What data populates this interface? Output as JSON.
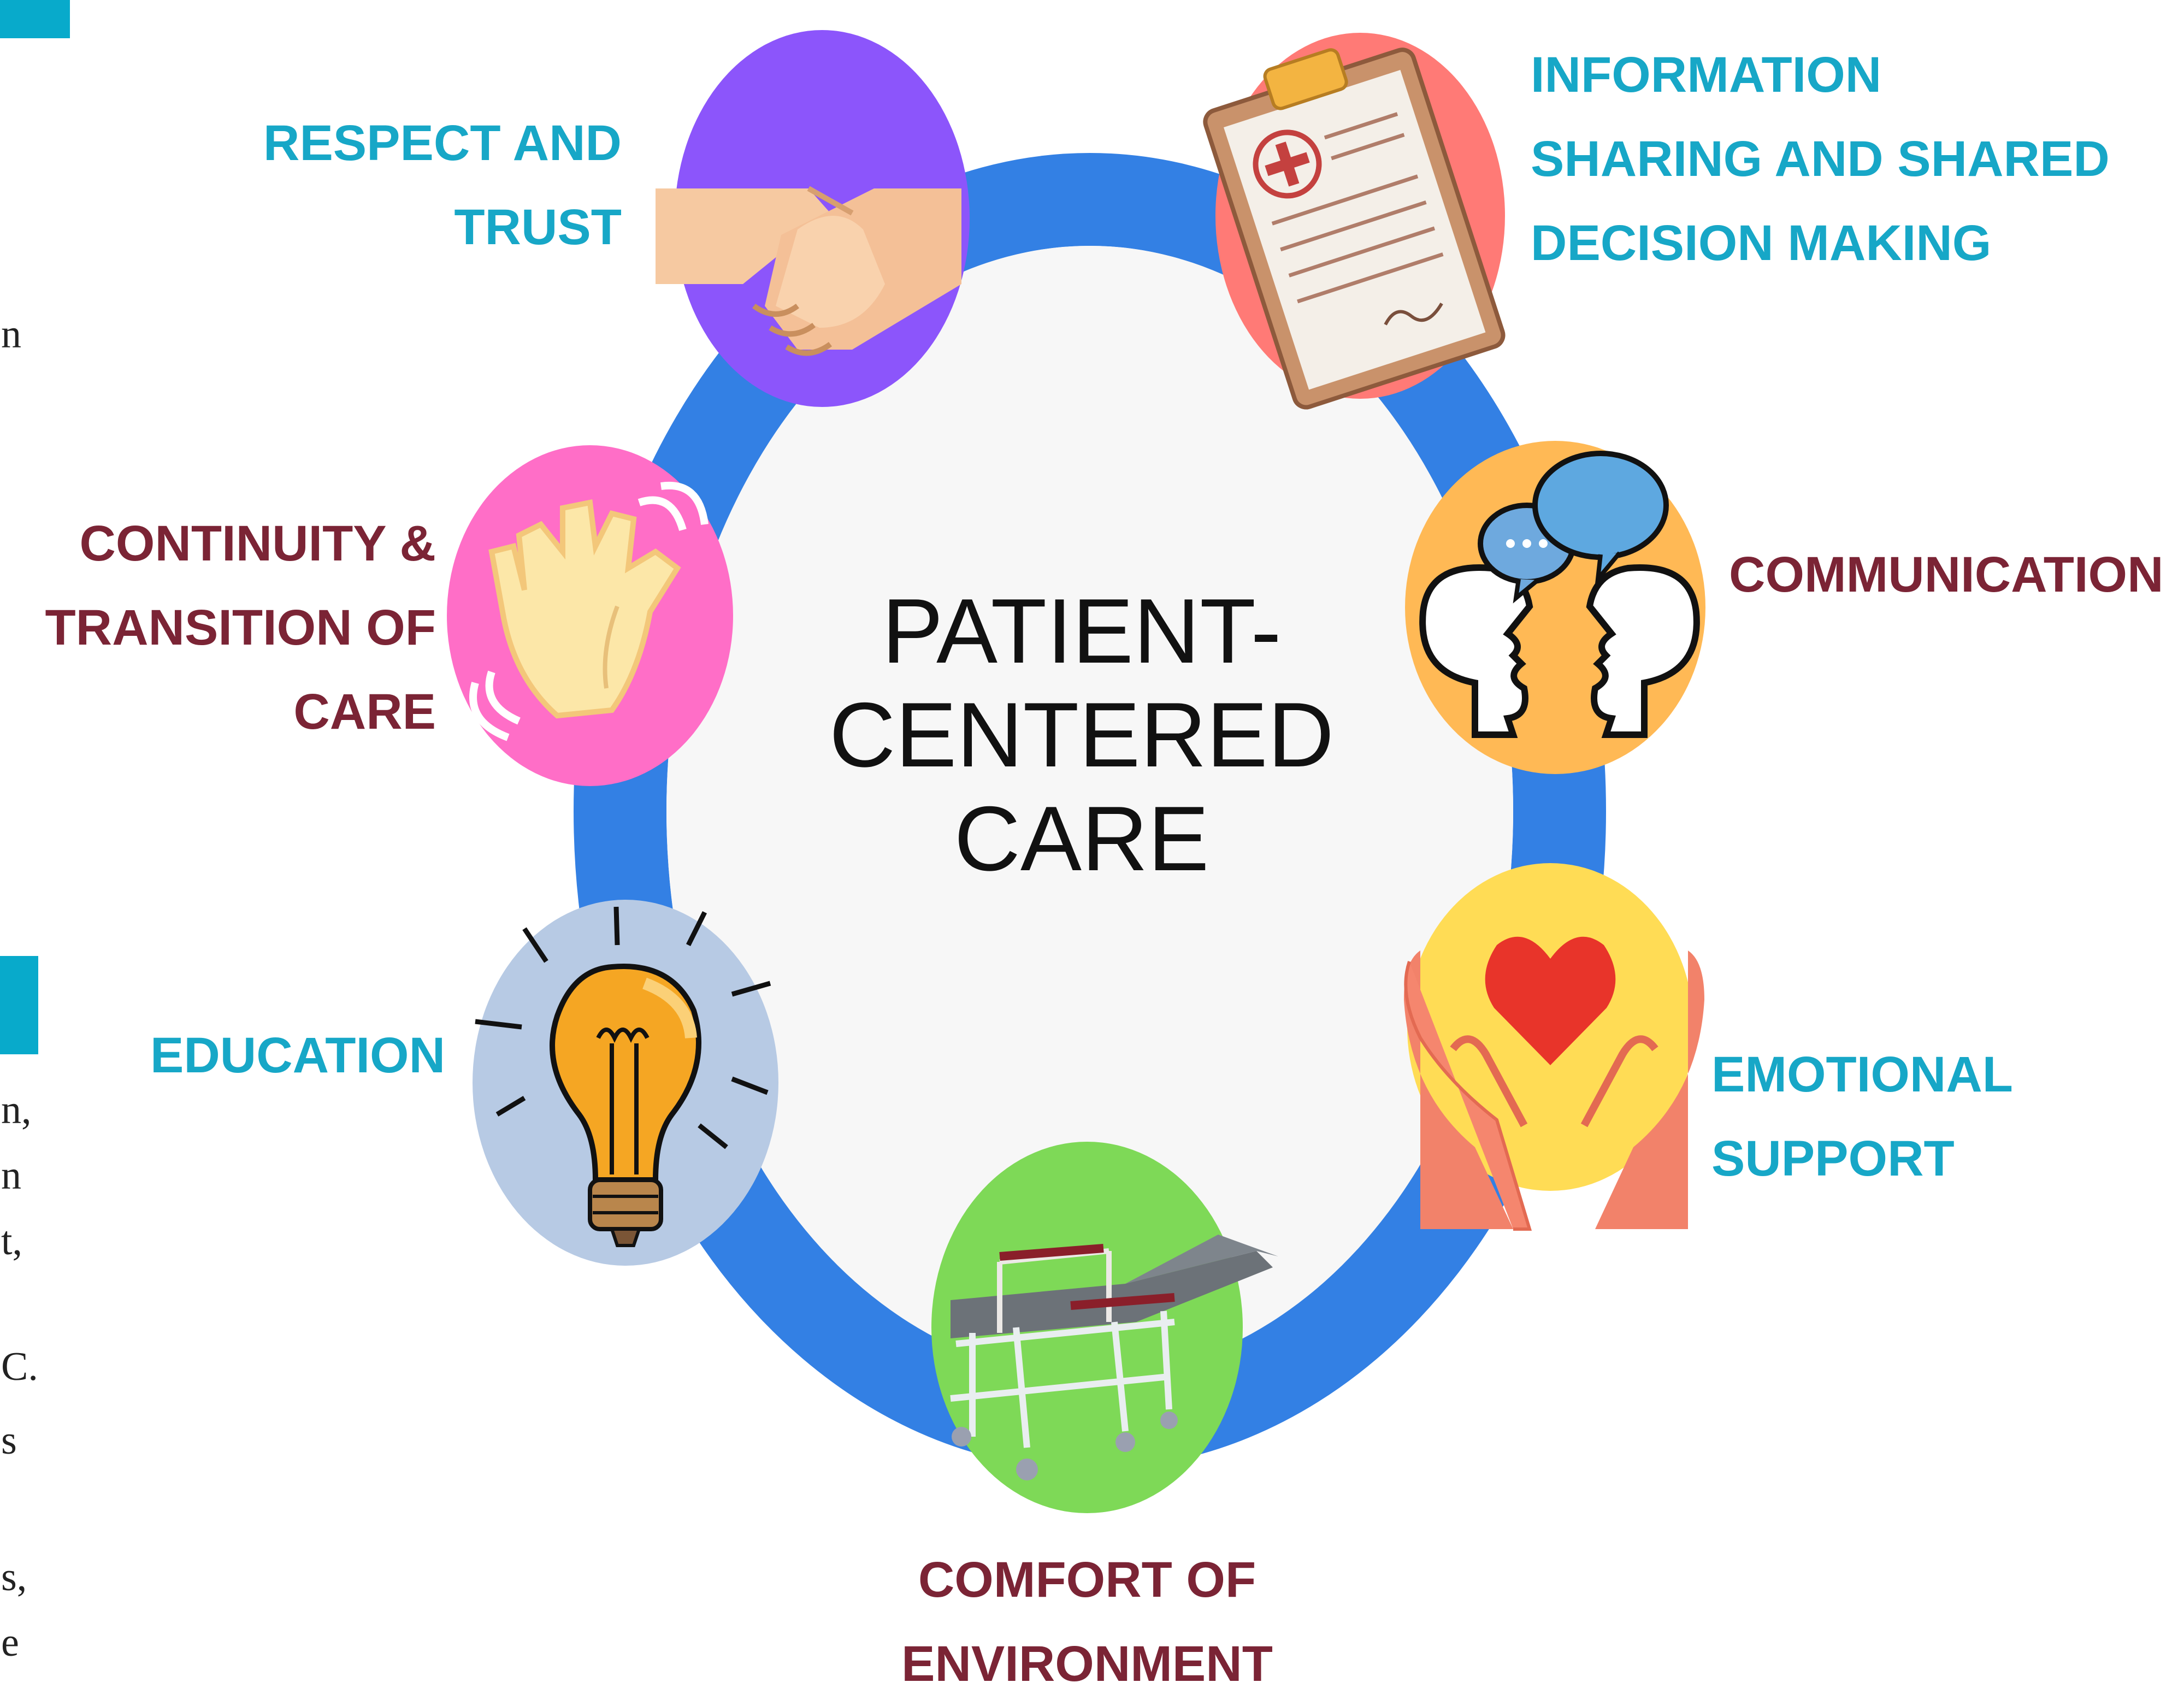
{
  "title_lines": [
    "PATIENT-",
    "CENTERED",
    "CARE"
  ],
  "items": [
    {
      "key": "respect",
      "lines": [
        "RESPECT AND",
        "TRUST"
      ],
      "label_color": "#17a7c7",
      "circle_color": "#8c55fb",
      "icon": "handshake-icon"
    },
    {
      "key": "info",
      "lines": [
        "INFORMATION",
        "SHARING AND SHARED",
        "DECISION MAKING"
      ],
      "label_color": "#17a7c7",
      "circle_color": "#ff7a76",
      "icon": "clipboard-icon"
    },
    {
      "key": "communication",
      "lines": [
        "COMMUNICATION"
      ],
      "label_color": "#7b2435",
      "circle_color": "#ffb955",
      "icon": "speech-bubbles-heads-icon"
    },
    {
      "key": "emotional",
      "lines": [
        "EMOTIONAL",
        "SUPPORT"
      ],
      "label_color": "#17a7c7",
      "circle_color": "#ffdc55",
      "icon": "hands-heart-icon"
    },
    {
      "key": "comfort",
      "lines": [
        "COMFORT OF",
        "ENVIRONMENT"
      ],
      "label_color": "#7b2435",
      "circle_color": "#7ed957",
      "icon": "stretcher-icon"
    },
    {
      "key": "education",
      "lines": [
        "EDUCATION"
      ],
      "label_color": "#17a7c7",
      "circle_color": "#b7cae4",
      "icon": "lightbulb-icon"
    },
    {
      "key": "continuity",
      "lines": [
        "CONTINUITY &",
        "TRANSITION OF",
        "CARE"
      ],
      "label_color": "#7b2435",
      "circle_color": "#ff6ec7",
      "icon": "waving-hand-icon"
    }
  ],
  "ring_color": "#3380e4",
  "inner_color": "#f7f7f7",
  "page_fragments": [
    "n",
    "n,",
    "n",
    "t,",
    "C.",
    "s",
    "s,",
    "e"
  ]
}
